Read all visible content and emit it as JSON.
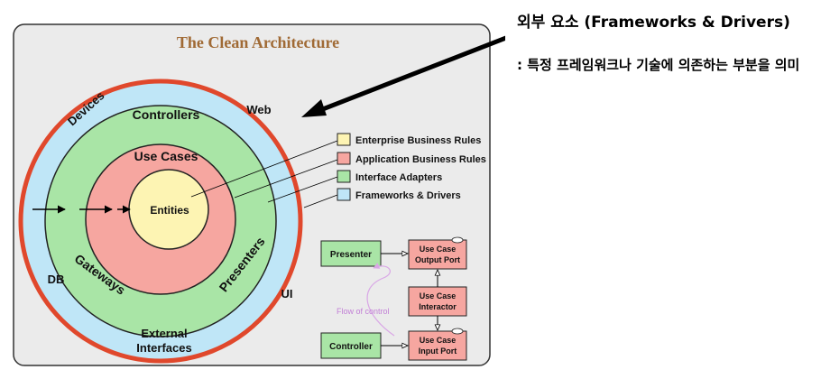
{
  "diagram": {
    "title": "The Clean Architecture",
    "rings": {
      "outer": [
        "Devices",
        "Web",
        "UI",
        "DB",
        "External",
        "Interfaces"
      ],
      "adapters": [
        "Controllers",
        "Gateways",
        "Presenters"
      ],
      "use_cases": "Use Cases",
      "entities": "Entities"
    },
    "legend": [
      {
        "label": "Enterprise Business Rules",
        "color": "#fdf4b3"
      },
      {
        "label": "Application Business Rules",
        "color": "#f6a6a0"
      },
      {
        "label": "Interface Adapters",
        "color": "#a9e5a6"
      },
      {
        "label": "Frameworks & Drivers",
        "color": "#bfe6f7"
      }
    ],
    "flow": {
      "presenter": "Presenter",
      "output_port": [
        "Use Case",
        "Output Port"
      ],
      "interactor": [
        "Use Case",
        "Interactor"
      ],
      "controller": "Controller",
      "input_port": [
        "Use Case",
        "Input Port"
      ],
      "flow_label": "Flow of control"
    }
  },
  "annotation": {
    "title": "외부 요소 (Frameworks & Drivers)",
    "description": ": 특정 프레임워크나 기술에 의존하는 부분을 의미"
  },
  "colors": {
    "panel_bg": "#ebebeb",
    "outer_ring_stroke": "#e0482c",
    "frameworks": "#bfe6f7",
    "adapters": "#a9e5a6",
    "use_cases": "#f6a6a0",
    "entities": "#fdf4b3",
    "title_color": "#a06a35"
  }
}
